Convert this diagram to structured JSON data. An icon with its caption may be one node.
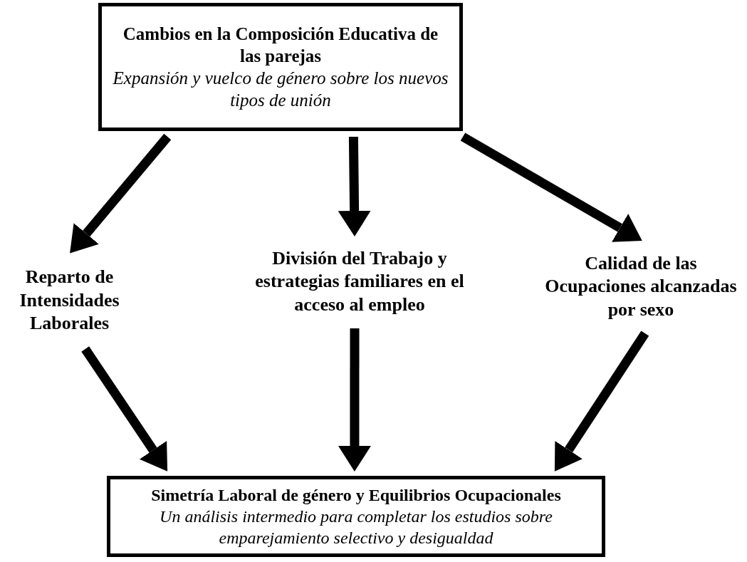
{
  "diagram": {
    "nodes": [
      {
        "text": [
          "Cambios en la Composición Educativa de las parejas",
          "Expansión y vuelco de género sobre los nuevos tipos de unión"
        ]
      },
      {
        "text": [
          "Reparto de Intensidades Laborales"
        ]
      },
      {
        "text": [
          "División del Trabajo y estrategias familiares en el acceso al empleo"
        ]
      },
      {
        "text": [
          "Calidad de las Ocupaciones alcanzadas por sexo"
        ]
      },
      {
        "text": [
          "Simetría Laboral de género y Equilibrios Ocupacionales",
          "Un análisis intermedio para completar los estudios sobre emparejamiento selectivo y desigualdad"
        ]
      }
    ],
    "edges": [
      {
        "from": 0,
        "to": 1,
        "arrow": "to"
      },
      {
        "from": 0,
        "to": 2,
        "arrow": "to"
      },
      {
        "from": 0,
        "to": 3,
        "arrow": "to"
      },
      {
        "from": 1,
        "to": 4,
        "arrow": "to"
      },
      {
        "from": 2,
        "to": 4,
        "arrow": "to"
      },
      {
        "from": 3,
        "to": 4,
        "arrow": "to"
      }
    ]
  }
}
